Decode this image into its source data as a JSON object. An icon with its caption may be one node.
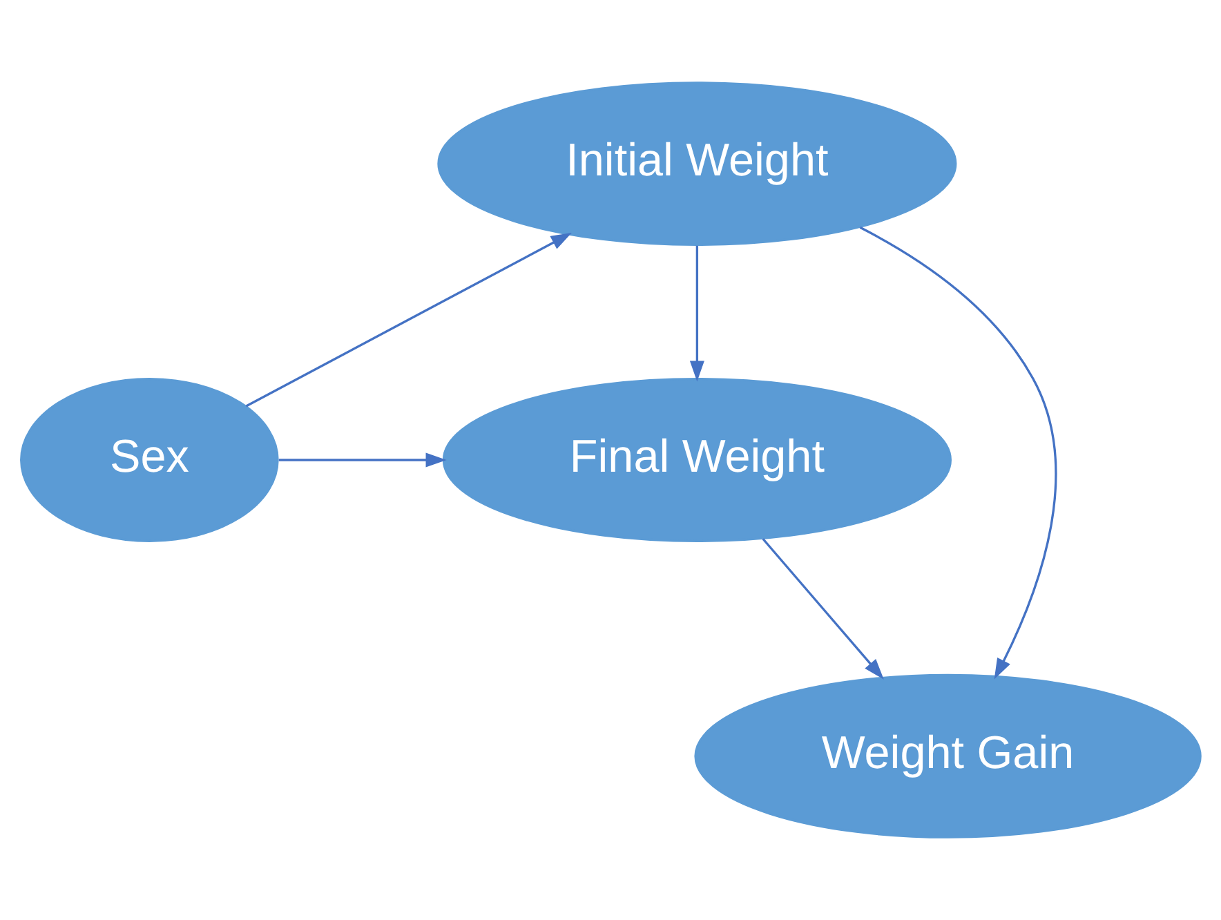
{
  "diagram": {
    "nodes": [
      {
        "text": [
          "Initial Weight"
        ]
      },
      {
        "text": [
          "Sex"
        ]
      },
      {
        "text": [
          "Final Weight"
        ]
      },
      {
        "text": [
          "Weight Gain"
        ]
      }
    ],
    "edges": [
      {
        "from": 1,
        "to": 0,
        "arrow": "to"
      },
      {
        "from": 0,
        "to": 2,
        "arrow": "to"
      },
      {
        "from": 1,
        "to": 2,
        "arrow": "to"
      },
      {
        "from": 0,
        "to": 3,
        "arrow": "to"
      },
      {
        "from": 2,
        "to": 3,
        "arrow": "to"
      }
    ]
  }
}
